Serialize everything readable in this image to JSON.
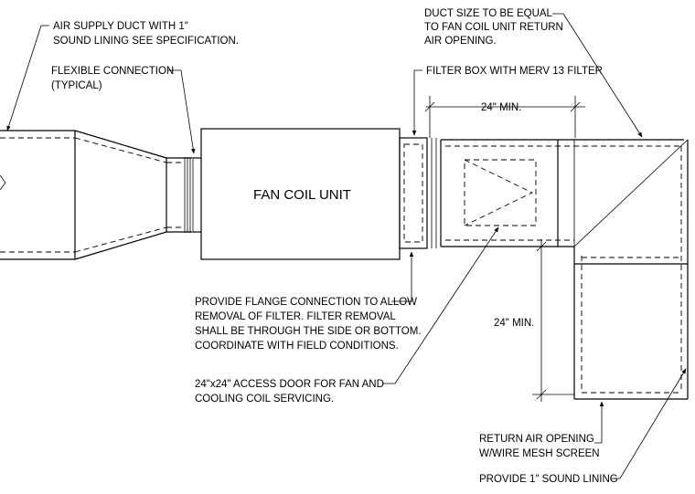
{
  "labels": {
    "air_supply_1": "AIR SUPPLY DUCT WITH 1\"",
    "air_supply_2": "SOUND LINING SEE SPECIFICATION.",
    "flex_1": "FLEXIBLE CONNECTION",
    "flex_2": "(TYPICAL)",
    "fan_coil": "FAN COIL UNIT",
    "duct_size_1": "DUCT SIZE TO BE EQUAL",
    "duct_size_2": "TO FAN COIL UNIT RETURN",
    "duct_size_3": "AIR OPENING.",
    "filter_box": "FILTER BOX WITH MERV 13 FILTER",
    "dim_24_top": "24\" MIN.",
    "dim_24_side": "24\" MIN.",
    "flange_1": "PROVIDE FLANGE CONNECTION TO ALLOW",
    "flange_2": "REMOVAL OF FILTER.  FILTER REMOVAL",
    "flange_3": "SHALL BE THROUGH THE SIDE OR BOTTOM.",
    "flange_4": "COORDINATE WITH FIELD CONDITIONS.",
    "access_1": "24\"x24\" ACCESS DOOR FOR FAN AND",
    "access_2": "COOLING COIL SERVICING.",
    "return_1": "RETURN AIR OPENING",
    "return_2": "W/WIRE MESH SCREEN",
    "sound_lining": "PROVIDE 1\" SOUND LINING"
  }
}
